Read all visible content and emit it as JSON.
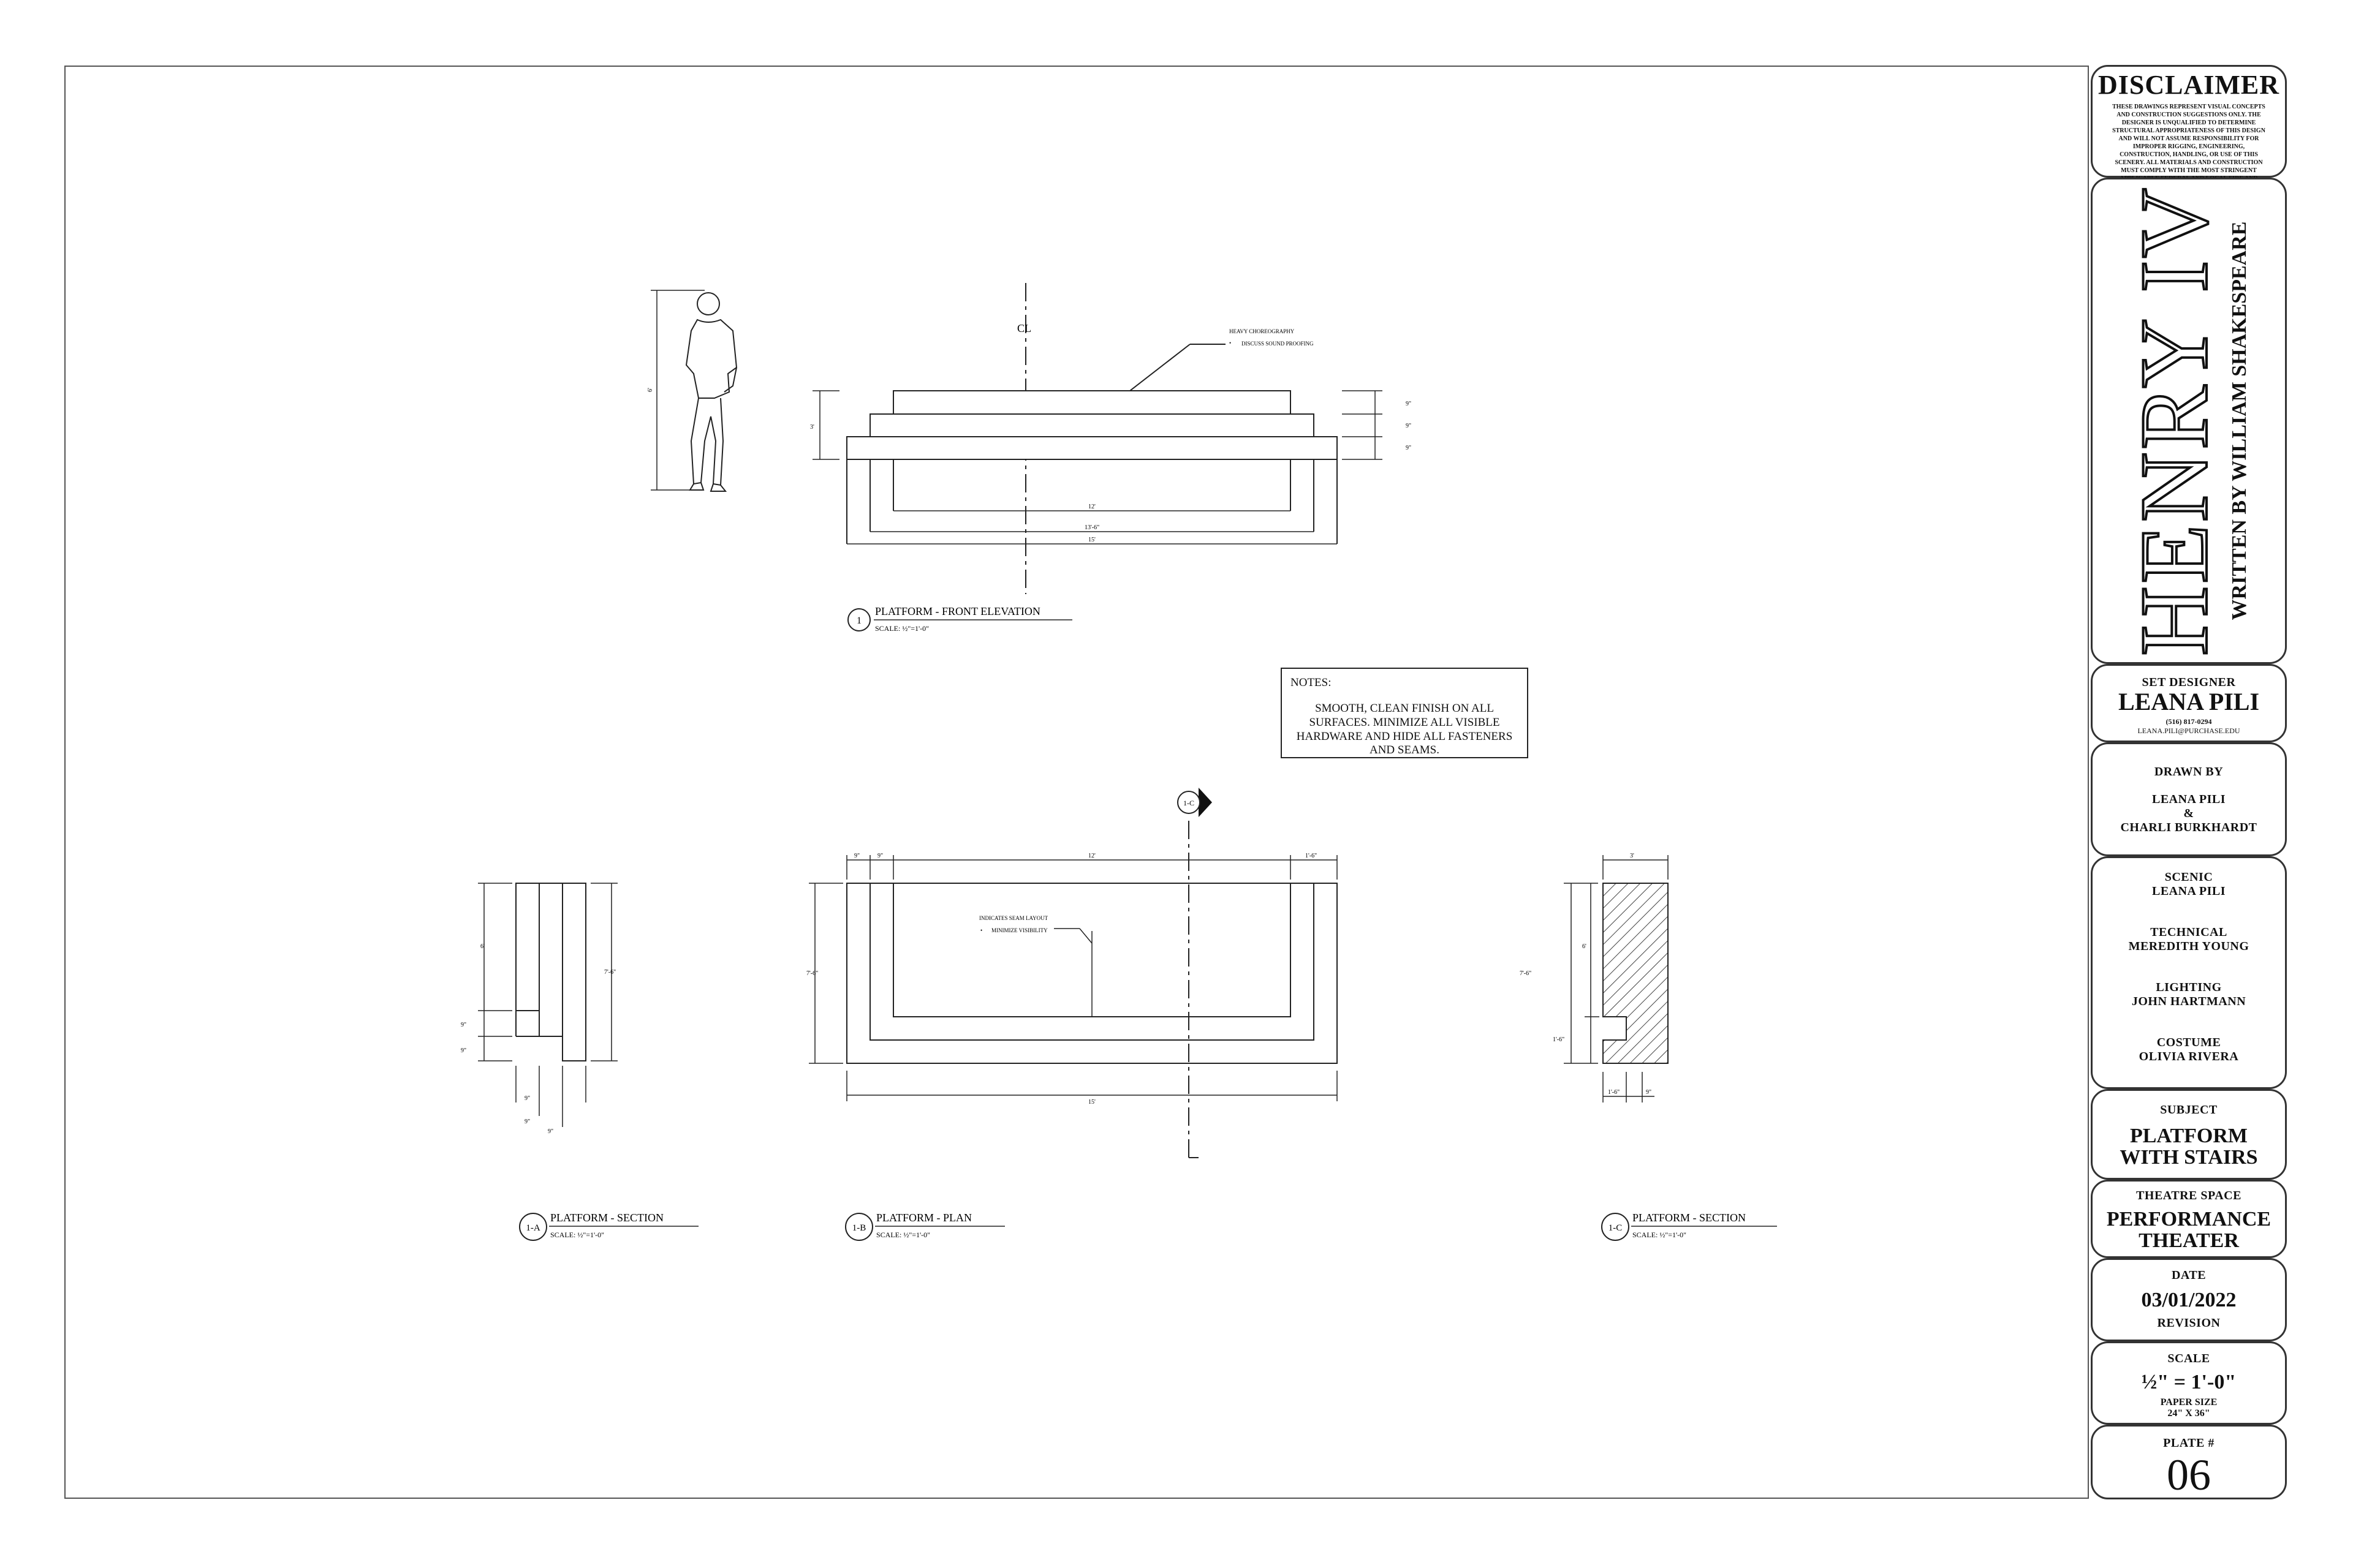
{
  "disclaimer": {
    "title": "DISCLAIMER",
    "text": "THESE DRAWINGS REPRESENT VISUAL CONCEPTS AND CONSTRUCTION SUGGESTIONS ONLY. THE DESIGNER IS UNQUALIFIED TO DETERMINE STRUCTURAL APPROPRIATENESS OF THIS DESIGN AND WILL NOT ASSUME RESPONSIBILITY FOR IMPROPER RIGGING, ENGINEERING, CONSTRUCTION, HANDLING, OR USE OF THIS SCENERY. ALL MATERIALS AND CONSTRUCTION MUST COMPLY WITH THE MOST STRINGENT APPLICABLE FEDERAL AND LOCAL FIRE AND SAFETY CODES."
  },
  "show": {
    "title": "HENRY IV",
    "subtitle": "WRITTEN BY WILLIAM SHAKESPEARE"
  },
  "set_designer": {
    "label": "SET DESIGNER",
    "name": "LEANA PILI",
    "phone": "(516) 817-0294",
    "email": "LEANA.PILI@PURCHASE.EDU"
  },
  "drawn_by": {
    "label": "DRAWN BY",
    "name1": "LEANA PILI",
    "amp": "&",
    "name2": "CHARLI BURKHARDT"
  },
  "team": [
    {
      "role": "SCENIC",
      "name": "LEANA PILI"
    },
    {
      "role": "TECHNICAL",
      "name": "MEREDITH YOUNG"
    },
    {
      "role": "LIGHTING",
      "name": "JOHN HARTMANN"
    },
    {
      "role": "COSTUME",
      "name": "OLIVIA RIVERA"
    }
  ],
  "subject": {
    "label": "SUBJECT",
    "line1": "PLATFORM",
    "line2": "WITH STAIRS"
  },
  "theatre": {
    "label": "THEATRE SPACE",
    "line1": "PERFORMANCE",
    "line2": "THEATER"
  },
  "date": {
    "label": "DATE",
    "value": "03/01/2022",
    "revision": "REVISION"
  },
  "scale": {
    "label": "SCALE",
    "value": "½\" = 1'-0\"",
    "paper_label": "PAPER SIZE",
    "paper": "24\" X 36\""
  },
  "plate": {
    "label": "PLATE #",
    "value": "06"
  },
  "notes": {
    "label": "NOTES:",
    "text": "SMOOTH, CLEAN FINISH ON ALL SURFACES. MINIMIZE ALL VISIBLE HARDWARE AND HIDE ALL FASTENERS AND SEAMS."
  },
  "views": {
    "front": {
      "num": "1",
      "title": "PLATFORM - FRONT ELEVATION",
      "scale": "SCALE: ½\"=1'-0\""
    },
    "section_a": {
      "num": "1-A",
      "title": "PLATFORM - SECTION",
      "scale": "SCALE: ½\"=1'-0\""
    },
    "plan": {
      "num": "1-B",
      "title": "PLATFORM - PLAN",
      "scale": "SCALE: ½\"=1'-0\""
    },
    "section_c": {
      "num": "1-C",
      "title": "PLATFORM - SECTION",
      "scale": "SCALE: ½\"=1'-0\""
    }
  },
  "annotations": {
    "cl": "CL",
    "choreo_title": "HEAVY CHOREOGRAPHY",
    "choreo_item": "DISCUSS SOUND PROOFING",
    "seam_title": "INDICATES SEAM LAYOUT",
    "seam_item": "MINIMIZE VISIBILITY",
    "cut_marker": "1-C"
  },
  "dims": {
    "person_h": "6'",
    "front_h": "3'",
    "step1": "9\"",
    "step2": "9\"",
    "step3": "9\"",
    "w12": "12'",
    "w13": "13'-6\"",
    "w15": "15'",
    "sec_h6": "6'",
    "sec_h74": "7'-6\"",
    "sec_9a": "9\"",
    "sec_9b": "9\"",
    "sec_b1": "9\"",
    "sec_b2": "9\"",
    "sec_b3": "9\"",
    "plan_l1": "9\"",
    "plan_l2": "9\"",
    "plan_12": "12'",
    "plan_r": "1'-6\"",
    "plan_h": "7'-6\"",
    "plan_w": "15'",
    "c_top": "3'",
    "c_h6": "6'",
    "c_h74": "7'-6\"",
    "c_h14": "1'-6\"",
    "c_b1": "1'-6\"",
    "c_b2": "9\""
  }
}
